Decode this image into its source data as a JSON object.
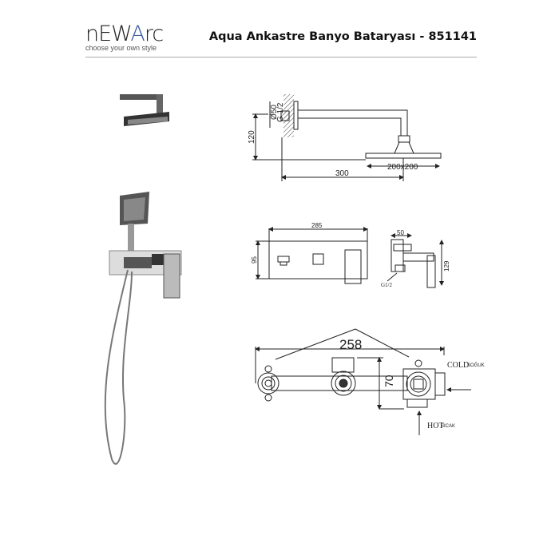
{
  "header": {
    "logo": {
      "pre": "nEW",
      "accent": "A",
      "post": "rc",
      "tagline": "choose your own style"
    },
    "title": "Aqua Ankastre Banyo Bataryası - 851141"
  },
  "drawings": {
    "shower_arm": {
      "height": "120",
      "diameter": "Ø50",
      "thread": "G 1/2",
      "length": "300",
      "head_size": "200x200"
    },
    "mixer_front": {
      "width": "285",
      "height": "95"
    },
    "mixer_side": {
      "depth": "50",
      "height": "129",
      "thread": "G1/2"
    },
    "valve_body": {
      "width": "258",
      "height": "70",
      "cold": "COLD",
      "cold_tr": "SOĞUK",
      "hot": "HOT",
      "hot_tr": "SICAK"
    }
  },
  "colors": {
    "logo_accent": "#3a5c9e",
    "logo_red": "#c8392f"
  }
}
